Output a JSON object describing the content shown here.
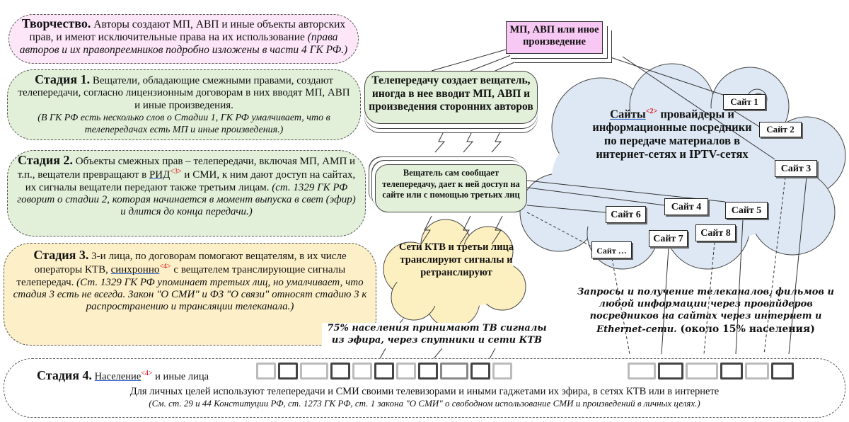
{
  "creativity": {
    "title": "Творчество.",
    "text": " Авторы создают МП, АВП и иные объекты авторских прав, и имеют исключительные права на их использование ",
    "note": "(права авторов и их правопреемников подробно изложены в части 4 ГК РФ.)"
  },
  "work_box": {
    "label": "МП, АВП или иное произведение"
  },
  "stage1": {
    "title": "Стадия 1.",
    "text": " Вещатели, обладающие смежными правами, создают телепередачи, согласно лицензионным договорам в них вводят МП, АВП и иные произведения.",
    "note": "(В ГК РФ есть несколько слов о Стадии 1, ГК РФ умалчивает, что в телепередачах есть МП и иные произведения.)"
  },
  "telecast_box": {
    "label": "Телепередачу создает вещатель, иногда в нее вводит МП, АВП и произведения сторонних авторов"
  },
  "stage2": {
    "title": "Стадия 2.",
    "text1": " Объекты смежных прав – телепередачи, включая МП, АМП и т.п., вещатели превращают в ",
    "rid": "РИД",
    "sup": "<3>",
    "text2": " и СМИ, к ним дают доступ на сайтах, их сигналы вещатели передают также третьим лицам. ",
    "note": "(ст. 1329 ГК РФ говорит о стадии 2, которая начинается в момент выпуска в свет (эфир) и длится до конца передачи.)"
  },
  "broadcaster_box": {
    "label": "Вещатель сам сообщает телепередачу, дает к ней доступ на сайте или с помощью третьих лиц"
  },
  "sites_cloud": {
    "title": "Сайты",
    "sup": "<2>",
    "text": " провайдеры и информационные посредники по передаче материалов в интернет-сетях и IPTV-сетях"
  },
  "sites": [
    "Сайт 1",
    "Сайт 2",
    "Сайт 3",
    "Сайт 4",
    "Сайт 5",
    "Сайт 6",
    "Сайт 7",
    "Сайт 8",
    "Сайт …"
  ],
  "stage3": {
    "title": "Стадия 3.",
    "text1": " 3-и лица, по договорам помогают вещателям, в их числе операторы КТВ, ",
    "sync": "синхронно",
    "sup": "<4>",
    "text2": " с вещателем транслирующие сигналы телепередач. ",
    "note": "(Ст. 1329 ГК РФ упоминает третьих лиц, но умалчивает, что стадия 3 есть не всегда. Закон \"О СМИ\" и ФЗ \"О связи\" относят стадию 3 к распространению и трансляции телеканала.)"
  },
  "ktv_cloud": {
    "label": "Сети КТВ и третьи лица транслируют сигналы и ретранслируют"
  },
  "requests": {
    "text": "Запросы и получение телеканалов, фильмов и любой информации через провайдеров посредников на сайтах через интернет и Ethernet-сети.",
    "share": " (около 15% населения)"
  },
  "air_share": {
    "text": "75% населения принимают ТВ сигналы из эфира, через спутники и сети КТВ"
  },
  "stage4": {
    "title": "Стадия 4.",
    "population": "Население",
    "sup": "<4>",
    "text1": " и иные лица",
    "text2": "Для личных целей используют телепередачи и СМИ своими телевизорами и иными гаджетами их эфира, в сетях КТВ или в интернете",
    "note": "(См. ст. 29 и 44 Конституции РФ, ст. 1273 ГК РФ, ст. 1 закона \"О СМИ\" о свободном использование СМИ и произведений в личных целях.)"
  },
  "colors": {
    "pink": "#fce6f8",
    "magenta": "#f8c8f4",
    "green": "#e2efd9",
    "yellow": "#fdf0c8",
    "blue": "#dde8f4"
  }
}
